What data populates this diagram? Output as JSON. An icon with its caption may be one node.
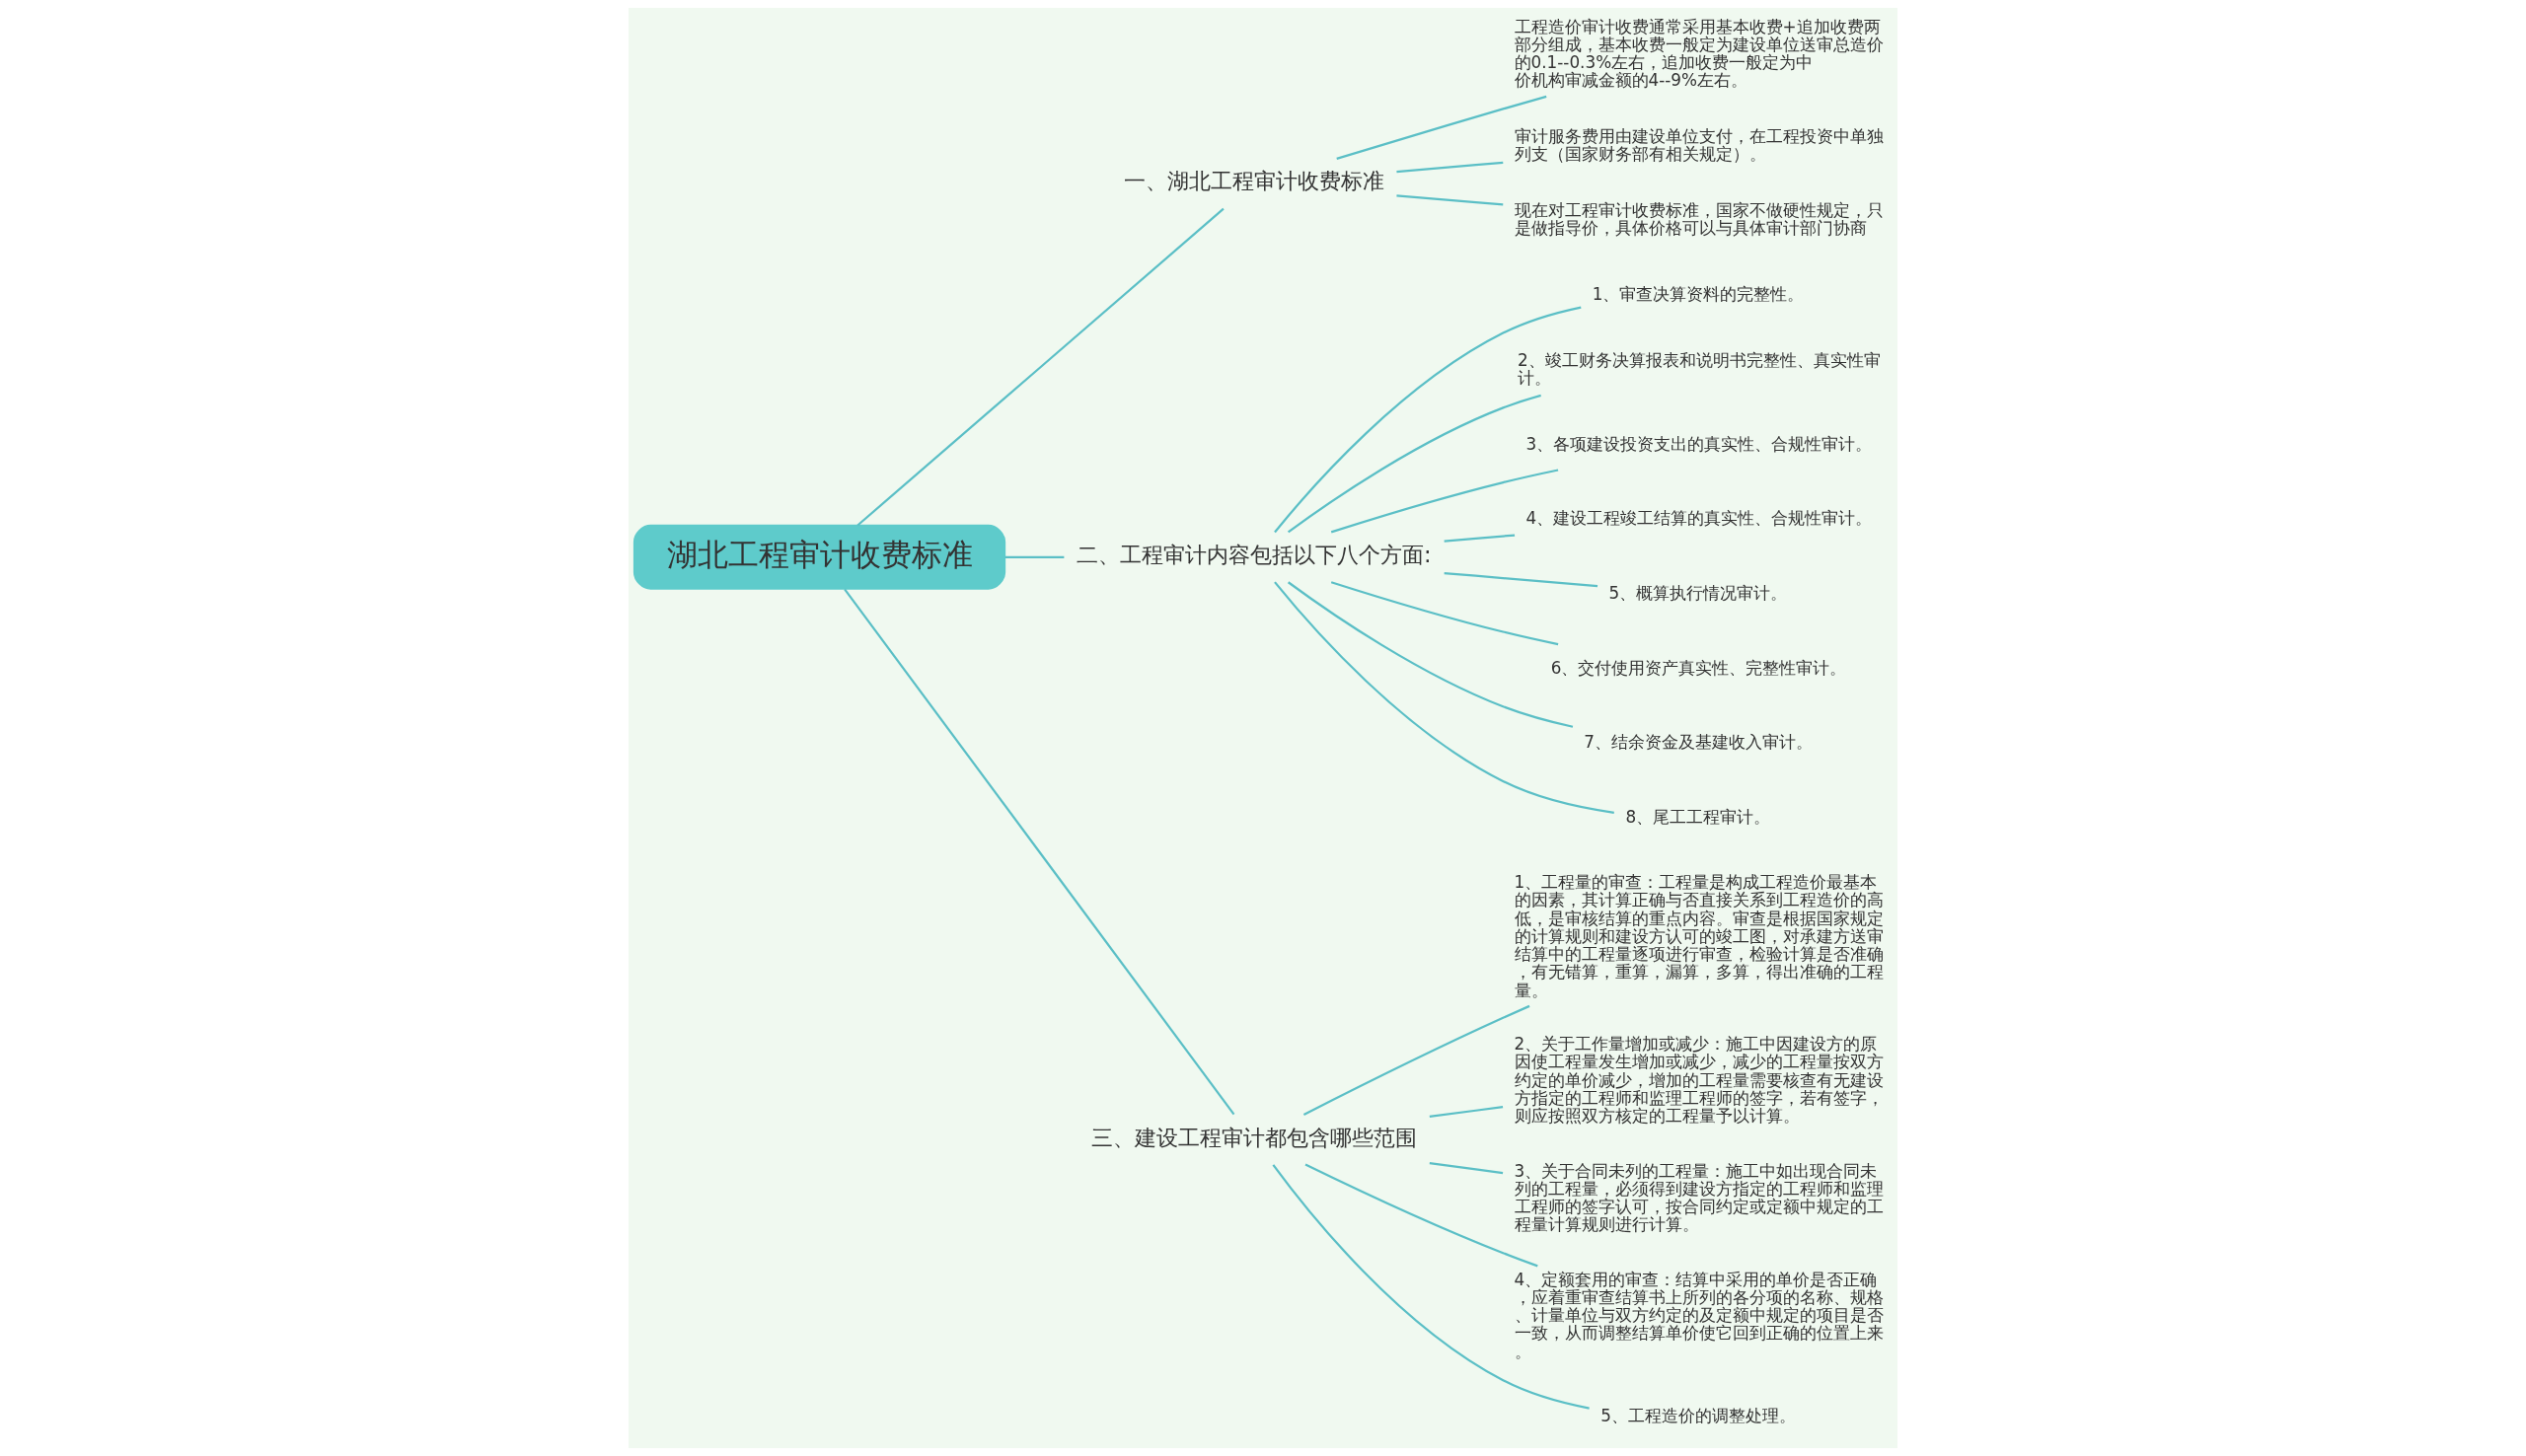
{
  "diagram": {
    "nodes": [
      {
        "text": [
          "湖北工程审计收费标准"
        ]
      },
      {
        "text": [
          "一、湖北工程审计收费标准"
        ]
      },
      {
        "text": [
          "工程造价审计收费通常采用基本收费+追加收费两部分组成，基本收费一般定为建设单位送审总造价的0.1--0.3%左右，追加收费一般定为中价机构审减金额的4--9%左右。"
        ]
      },
      {
        "text": [
          "审计服务费用由建设单位支付，在工程投资中单独列支（国家财务部有相关规定）。"
        ]
      },
      {
        "text": [
          "现在对工程审计收费标准，国家不做硬性规定，只是做指导价，具体价格可以与具体审计部门协商"
        ]
      },
      {
        "text": [
          "二、工程审计内容包括以下八个方面:"
        ]
      },
      {
        "text": [
          "1、审查决算资料的完整性。"
        ]
      },
      {
        "text": [
          "2、竣工财务决算报表和说明书完整性、真实性审计。"
        ]
      },
      {
        "text": [
          "3、各项建设投资支出的真实性、合规性审计。"
        ]
      },
      {
        "text": [
          "4、建设工程竣工结算的真实性、合规性审计。"
        ]
      },
      {
        "text": [
          "5、概算执行情况审计。"
        ]
      },
      {
        "text": [
          "6、交付使用资产真实性、完整性审计。"
        ]
      },
      {
        "text": [
          "7、结余资金及基建收入审计。"
        ]
      },
      {
        "text": [
          "8、尾工工程审计。"
        ]
      },
      {
        "text": [
          "三、建设工程审计都包含哪些范围"
        ]
      },
      {
        "text": [
          "1、工程量的审查：工程量是构成工程造价最基本的因素，其计算正确与否直接关系到工程造价的高低，是审核结算的重点内容。审查是根据国家规定的计算规则和建设方认可的竣工图，对承建方送审结算中的工程量逐项进行审查，检验计算是否准确，有无错算，重算，漏算，多算，得出准确的工程量。"
        ]
      },
      {
        "text": [
          "2、关于工作量增加或减少：施工中因建设方的原因使工程量发生增加或减少，减少的工程量按双方约定的单价减少，增加的工程量需要核查有无建设方指定的工程师和监理工程师的签字，若有签字，则应按照双方核定的工程量予以计算。"
        ]
      },
      {
        "text": [
          "3、关于合同未列的工程量：施工中如出现合同未列的工程量，必须得到建设方指定的工程师和监理工程师的签字认可，按合同约定或定额中规定的工程量计算规则进行计算。"
        ]
      },
      {
        "text": [
          "4、定额套用的审查：结算中采用的单价是否正确，应着重审查结算书上所列的各分项的名称、规格、计量单位与双方约定的及定额中规定的项目是否一致，从而调整结算单价使它回到正确的位置上来。"
        ]
      },
      {
        "text": [
          "5、工程造价的调整处理。"
        ]
      }
    ],
    "edges": [
      {
        "from": 0,
        "to": 1,
        "arrow": "none"
      },
      {
        "from": 1,
        "to": 2,
        "arrow": "none"
      },
      {
        "from": 1,
        "to": 3,
        "arrow": "none"
      },
      {
        "from": 1,
        "to": 4,
        "arrow": "none"
      },
      {
        "from": 0,
        "to": 5,
        "arrow": "none"
      },
      {
        "from": 5,
        "to": 6,
        "arrow": "none"
      },
      {
        "from": 5,
        "to": 7,
        "arrow": "none"
      },
      {
        "from": 5,
        "to": 8,
        "arrow": "none"
      },
      {
        "from": 5,
        "to": 9,
        "arrow": "none"
      },
      {
        "from": 5,
        "to": 10,
        "arrow": "none"
      },
      {
        "from": 5,
        "to": 11,
        "arrow": "none"
      },
      {
        "from": 5,
        "to": 12,
        "arrow": "none"
      },
      {
        "from": 5,
        "to": 13,
        "arrow": "none"
      },
      {
        "from": 0,
        "to": 14,
        "arrow": "none"
      },
      {
        "from": 14,
        "to": 15,
        "arrow": "none"
      },
      {
        "from": 14,
        "to": 16,
        "arrow": "none"
      },
      {
        "from": 14,
        "to": 17,
        "arrow": "none"
      },
      {
        "from": 14,
        "to": 18,
        "arrow": "none"
      },
      {
        "from": 14,
        "to": 19,
        "arrow": "none"
      }
    ]
  }
}
